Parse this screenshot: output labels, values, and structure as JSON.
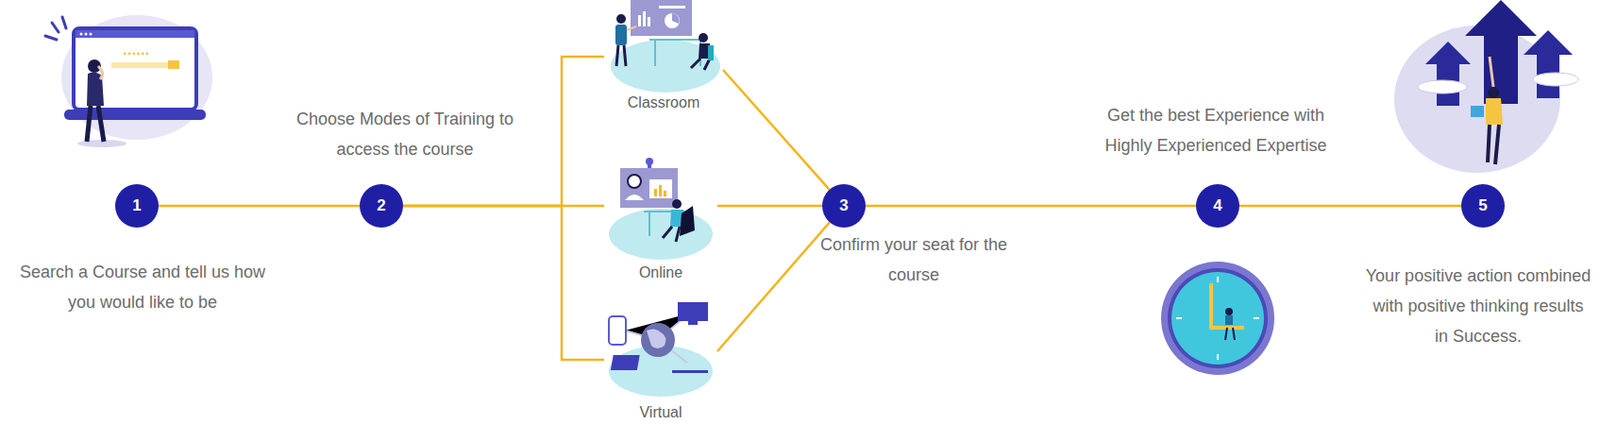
{
  "diagram": {
    "nodes": [
      {
        "text": [
          "1"
        ]
      },
      {
        "text": [
          "2"
        ]
      },
      {
        "text": [
          "Classroom"
        ]
      },
      {
        "text": [
          "Online"
        ]
      },
      {
        "text": [
          "Virtual"
        ]
      },
      {
        "text": [
          "3"
        ]
      },
      {
        "text": [
          "4"
        ]
      },
      {
        "text": [
          "5"
        ]
      }
    ],
    "edges": [
      {
        "from": 0,
        "to": 1,
        "arrow": "none"
      },
      {
        "from": 1,
        "to": 2,
        "arrow": "none"
      },
      {
        "from": 1,
        "to": 3,
        "arrow": "none"
      },
      {
        "from": 1,
        "to": 4,
        "arrow": "none"
      },
      {
        "from": 2,
        "to": 5,
        "arrow": "none"
      },
      {
        "from": 3,
        "to": 5,
        "arrow": "none"
      },
      {
        "from": 4,
        "to": 5,
        "arrow": "none"
      },
      {
        "from": 5,
        "to": 6,
        "arrow": "none"
      },
      {
        "from": 6,
        "to": 7,
        "arrow": "none"
      }
    ],
    "labels": [
      "Search a Course and tell us how you would like to be",
      "Choose Modes of Training to access the course",
      "Confirm your seat for the course",
      "Get the best Experience with Highly Experienced Expertise",
      "Your positive action combined with positive thinking results in Success."
    ]
  }
}
